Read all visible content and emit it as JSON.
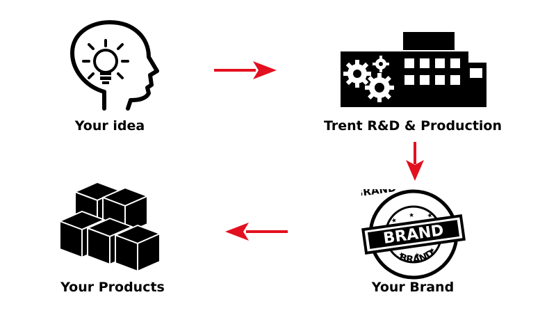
{
  "steps": {
    "idea": {
      "label": "Your idea",
      "icon": "lightbulb-head-icon"
    },
    "production": {
      "label": "Trent R&D & Production",
      "icon": "factory-gears-icon"
    },
    "brand": {
      "label": "Your Brand",
      "icon": "brand-stamp-icon",
      "stamp_main": "BRAND",
      "stamp_top": "BRAND",
      "stamp_bottom": "BRAND"
    },
    "products": {
      "label": "Your Products",
      "icon": "stacked-boxes-icon"
    }
  },
  "colors": {
    "arrow": "#e3101f",
    "ink": "#000000"
  }
}
